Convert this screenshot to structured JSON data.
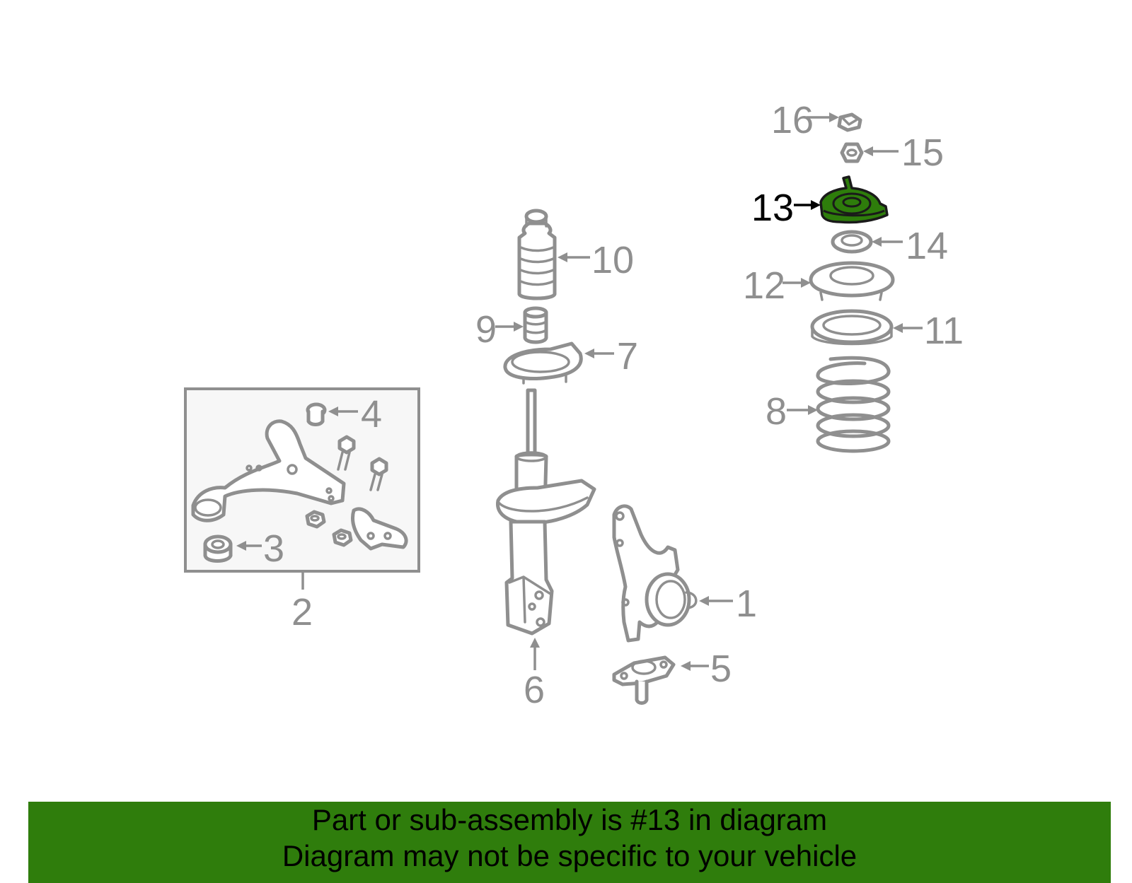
{
  "labels": {
    "p1": "1",
    "p2": "2",
    "p3": "3",
    "p4": "4",
    "p5": "5",
    "p6": "6",
    "p7": "7",
    "p8": "8",
    "p9": "9",
    "p10": "10",
    "p11": "11",
    "p12": "12",
    "p13": "13",
    "p14": "14",
    "p15": "15",
    "p16": "16"
  },
  "highlighted_part": "13",
  "colors": {
    "highlight": "#2e7d0b",
    "banner": "#2f7d0c",
    "line": "#8f8f8f",
    "box_fill": "#f7f7f7"
  },
  "banner": {
    "line1": "Part or sub-assembly is #13 in diagram",
    "line2": "Diagram may not be specific to your vehicle"
  }
}
